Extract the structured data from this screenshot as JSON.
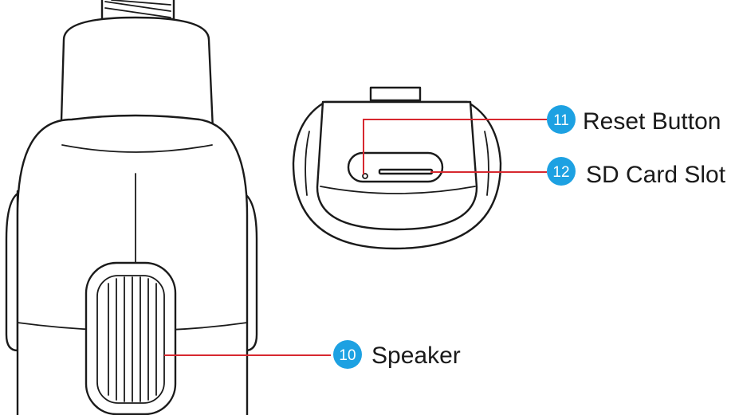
{
  "colors": {
    "leader_line": "#d7282f",
    "badge_fill": "#1da1e2",
    "badge_text": "#ffffff",
    "outline": "#1a1a1a"
  },
  "callouts": [
    {
      "number": "10",
      "label": "Speaker"
    },
    {
      "number": "11",
      "label": "Reset Button"
    },
    {
      "number": "12",
      "label": "SD Card Slot"
    }
  ]
}
